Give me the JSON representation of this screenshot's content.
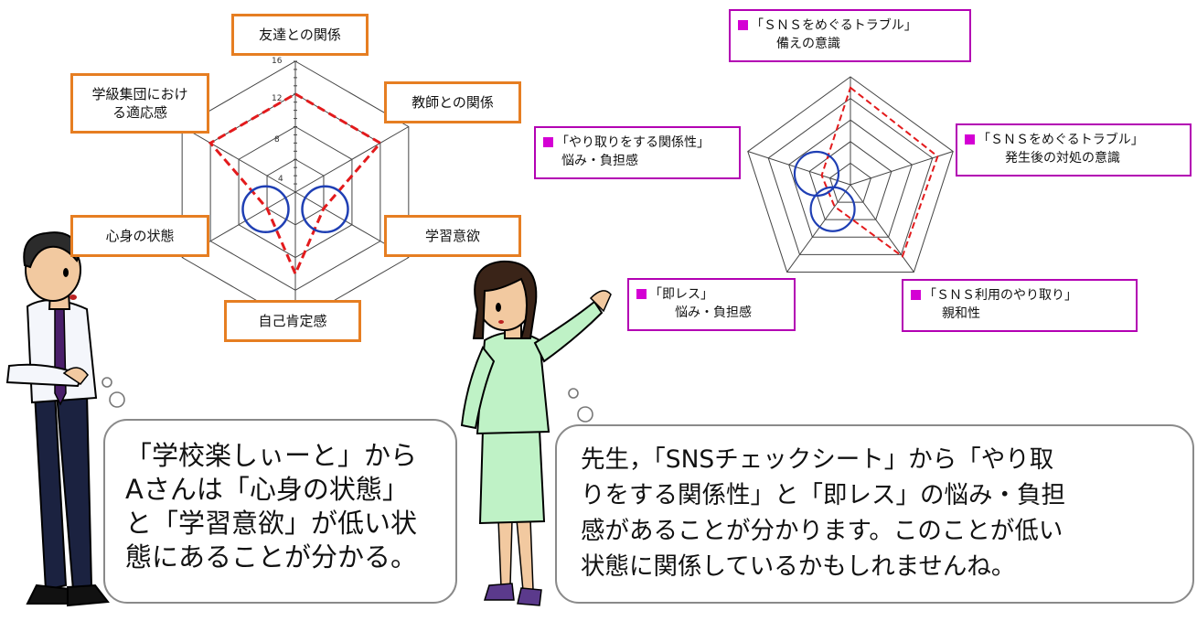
{
  "left_chart": {
    "axes": [
      "友達との関係",
      "教師との関係",
      "学習意欲",
      "自己肯定感",
      "心身の状態",
      "学級集団における適応感"
    ],
    "ticks": [
      "16",
      "12",
      "8",
      "4"
    ],
    "scale_max": 16,
    "values": [
      12,
      12,
      4,
      10,
      4,
      12
    ],
    "line_color": "#e31a1c",
    "circle_color": "#1f3fb4"
  },
  "right_chart": {
    "axes": [
      {
        "line1": "「ＳＮＳをめぐるトラブル」",
        "line2": "備えの意識"
      },
      {
        "line1": "「ＳＮＳをめぐるトラブル」",
        "line2": "発生後の対処の意識"
      },
      {
        "line1": "「ＳＮＳ利用のやり取り」",
        "line2": "親和性"
      },
      {
        "line1": "「即レス」",
        "line2": "悩み・負担感"
      },
      {
        "line1": "「やり取りをする関係性」",
        "line2": "悩み・負担感"
      }
    ],
    "values": [
      0.9,
      0.85,
      0.82,
      0.25,
      0.28
    ]
  },
  "teacher_speech": [
    "「学校楽しぃーと」から",
    "Aさんは「心身の状態」",
    "と「学習意欲」が低い状",
    "態にあることが分かる。"
  ],
  "student_speech": [
    "先生，「SNSチェックシート」から「やり取",
    "りをする関係性」と「即レス」の悩み・負担",
    "感があることが分かります。このことが低い",
    "状態に関係しているかもしれませんね。"
  ]
}
